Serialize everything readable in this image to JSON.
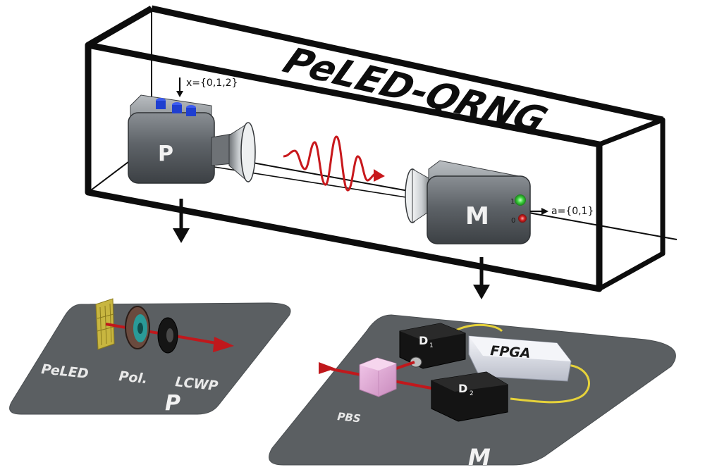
{
  "box": {
    "title": "PeLED-QRNG"
  },
  "preparation": {
    "device_letter": "P",
    "input_label": "x={0,1,2}",
    "panel_labels": {
      "source": "PeLED",
      "polarizer": "Pol.",
      "waveplate": "LCWP",
      "panel_letter": "P"
    }
  },
  "measurement": {
    "device_letter": "M",
    "output_label": "a={0,1}",
    "indicator_top": "1",
    "indicator_bottom": "0",
    "panel_labels": {
      "beam_splitter": "PBS",
      "detector_1": "D",
      "detector_1_sub": "1",
      "detector_2": "D",
      "detector_2_sub": "2",
      "fpga": "FPGA",
      "panel_letter": "M"
    }
  },
  "colors": {
    "frame": "#0d0d0d",
    "device_body": "#5e6368",
    "panel_bg": "#5b5f62",
    "beam": "#c0181c",
    "wave": "#c8181c",
    "knob": "#1f3fd0",
    "led_green": "#3ed33e",
    "led_red": "#d32222",
    "fpga_body": "#dfe2ea",
    "pbs_cube": "#e7a9d8",
    "cable": "#e6d23a",
    "detector": "#141414"
  }
}
